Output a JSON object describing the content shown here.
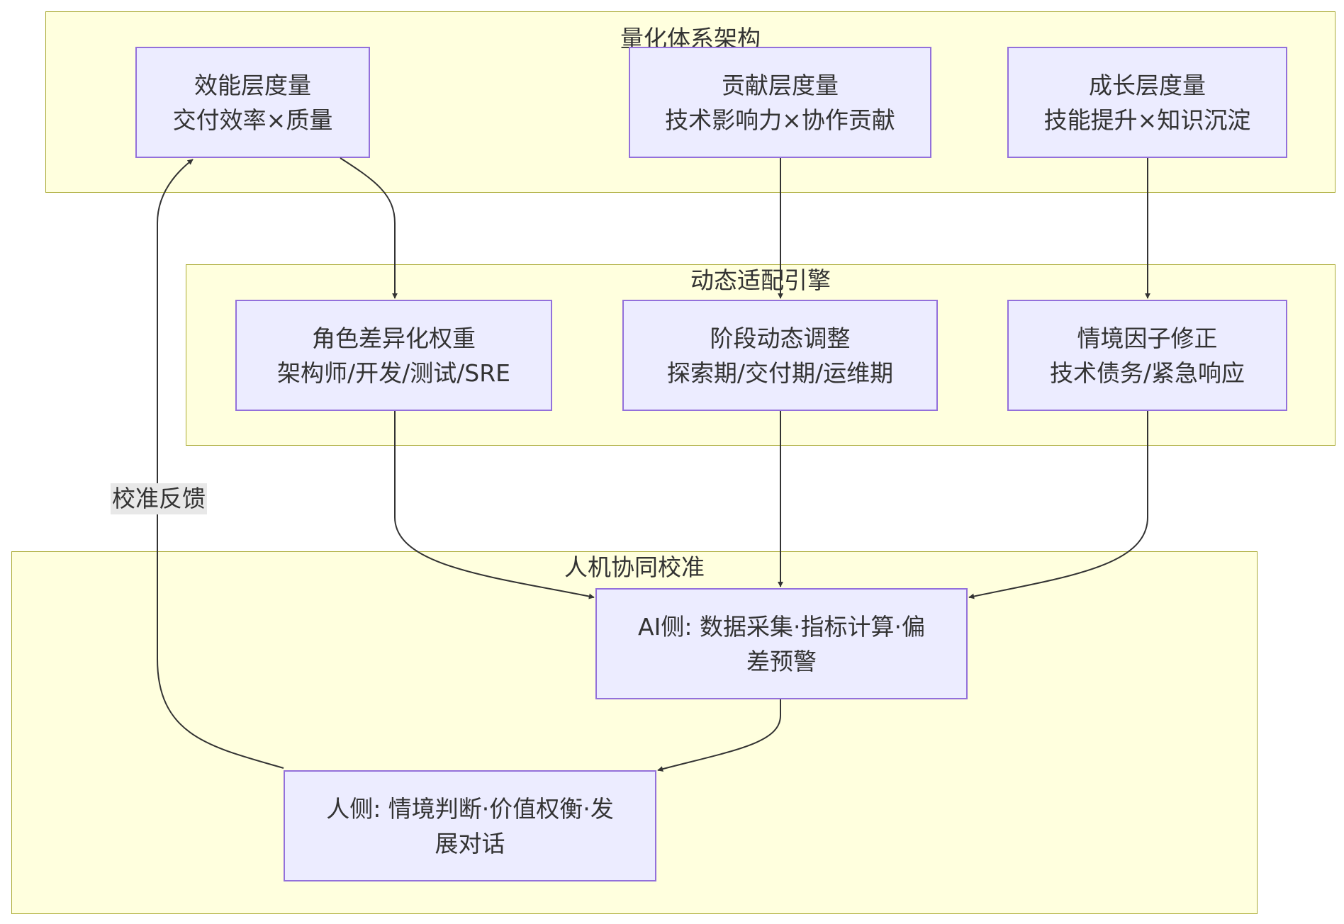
{
  "clusters": {
    "quant": {
      "label": "量化体系架构"
    },
    "adapt": {
      "label": "动态适配引擎"
    },
    "calib": {
      "label": "人机协同校准"
    }
  },
  "nodes": {
    "efficiency": {
      "line1": "效能层度量",
      "line2": "交付效率×质量"
    },
    "contribution": {
      "line1": "贡献层度量",
      "line2": "技术影响力×协作贡献"
    },
    "growth": {
      "line1": "成长层度量",
      "line2": "技能提升×知识沉淀"
    },
    "role": {
      "line1": "角色差异化权重",
      "line2": "架构师/开发/测试/SRE"
    },
    "stage": {
      "line1": "阶段动态调整",
      "line2": "探索期/交付期/运维期"
    },
    "context": {
      "line1": "情境因子修正",
      "line2": "技术债务/紧急响应"
    },
    "ai": {
      "line1": "AI侧: 数据采集·指标计算·偏",
      "line2": "差预警"
    },
    "human": {
      "line1": "人侧: 情境判断·价值权衡·发",
      "line2": "展对话"
    }
  },
  "edges": {
    "feedback_label": "校准反馈"
  },
  "colors": {
    "cluster_fill": "#ffffde",
    "cluster_border": "#aaaa33",
    "node_fill": "#ececff",
    "node_border": "#9370db",
    "edge": "#333333"
  }
}
